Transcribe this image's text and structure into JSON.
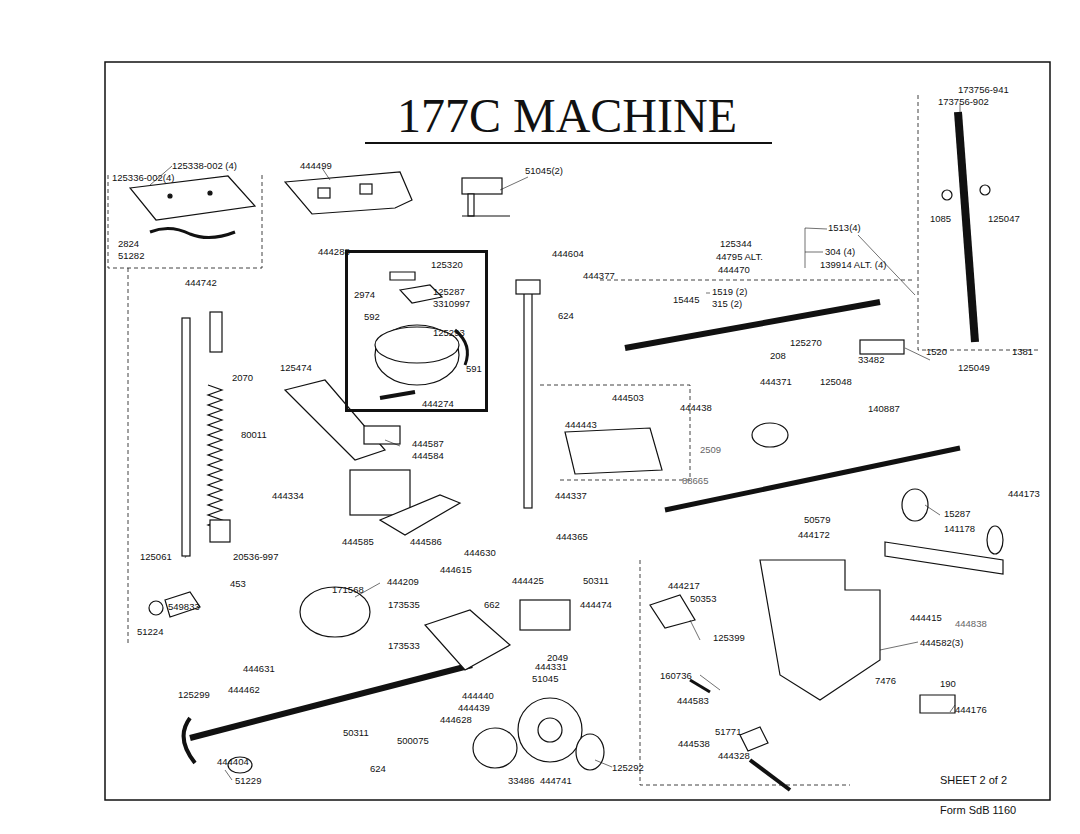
{
  "diagram": {
    "title": "177C MACHINE",
    "nodes": [
      {
        "text": [
          "125320",
          "2974",
          "125287",
          "3310997",
          "592",
          "125293",
          "591",
          "444274"
        ]
      }
    ],
    "labels": [
      "125338-002 (4)",
      "125336-002(4)",
      "444499",
      "51045(2)",
      "2824",
      "51282",
      "444288",
      "444742",
      "444604",
      "444377",
      "125344",
      "44795 ALT.",
      "444470",
      "1513(4)",
      "304 (4)",
      "139914 ALT. (4)",
      "173756-941",
      "173756-902",
      "1085",
      "125047",
      "1520",
      "1381",
      "15445",
      "1519 (2)",
      "315 (2)",
      "624",
      "125270",
      "208",
      "33482",
      "125049",
      "444371",
      "125048",
      "444503",
      "444438",
      "140887",
      "444443",
      "2509",
      "88665",
      "444173",
      "15287",
      "50579",
      "141178",
      "444172",
      "2070",
      "125474",
      "80011",
      "444587",
      "444584",
      "444334",
      "444337",
      "444365",
      "444585",
      "444586",
      "125061",
      "20536-997",
      "444630",
      "444615",
      "444209",
      "171568",
      "444425",
      "50311",
      "453",
      "173535",
      "662",
      "444474",
      "549833",
      "444217",
      "50353",
      "51224",
      "173533",
      "125399",
      "444415",
      "444838",
      "444582(3)",
      "2049",
      "444631",
      "444331",
      "51045",
      "160736",
      "7476",
      "190",
      "125299",
      "444462",
      "444440",
      "444439",
      "444628",
      "444583",
      "444176",
      "50311",
      "500075",
      "51771",
      "444538",
      "444328",
      "444404",
      "624",
      "125292",
      "33486",
      "444741",
      "51229",
      "SHEET 2 of 2",
      "Form SdB 1160"
    ]
  }
}
